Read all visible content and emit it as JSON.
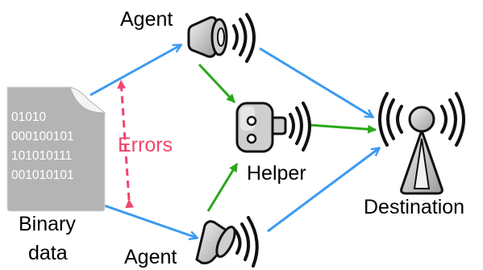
{
  "labels": {
    "agent_top": "Agent",
    "agent_bottom": "Agent",
    "helper": "Helper",
    "destination": "Destination",
    "binary_line1": "Binary",
    "binary_line2": "data",
    "errors": "Errors"
  },
  "document_bits": [
    "01010",
    "000100101",
    "101010111",
    "001010101"
  ],
  "colors": {
    "data_flow": "#3d9af0",
    "helper_flow": "#2aa81a",
    "errors": "#f0466e",
    "document_fill": "#b4b4b4",
    "device_fill": "#cfcfcf",
    "outline": "#111111"
  },
  "icons": {
    "document": "binary-data-document-icon",
    "agent_top": "agent-antenna-icon",
    "agent_bottom": "agent-antenna-icon",
    "helper": "helper-robot-icon",
    "destination": "destination-tower-icon"
  }
}
